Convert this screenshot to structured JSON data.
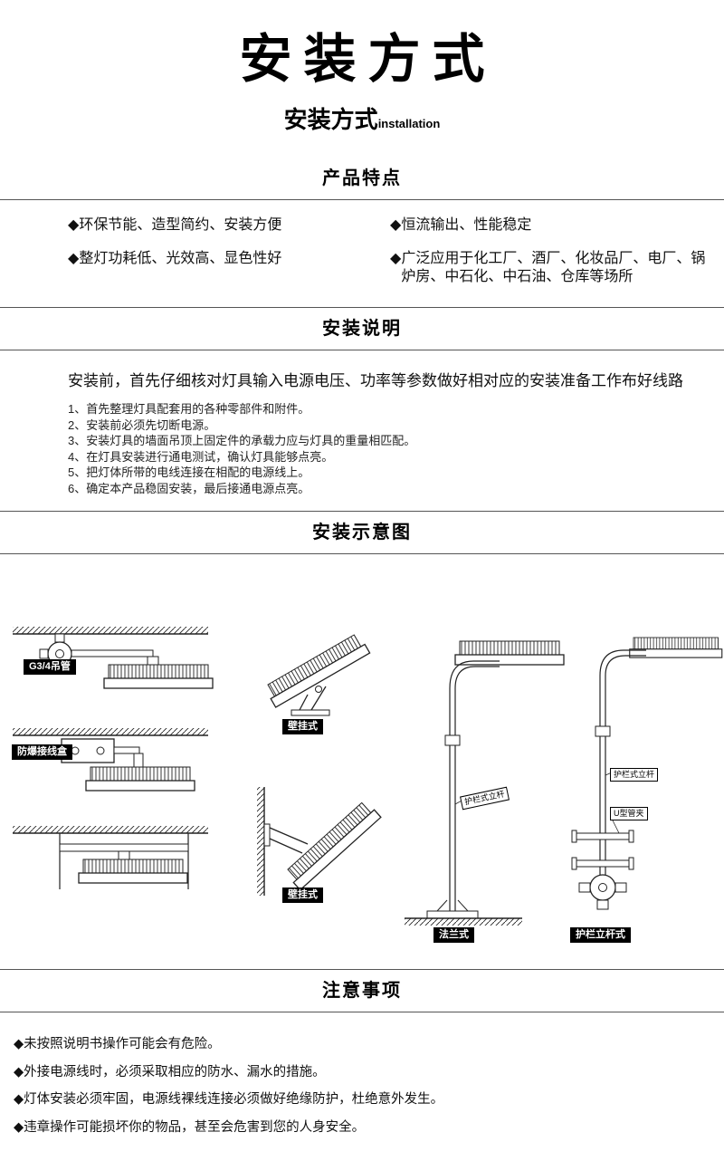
{
  "header": {
    "title": "安装方式",
    "subtitle": "安装方式",
    "subtitle_en": "installation"
  },
  "features": {
    "heading": "产品特点",
    "bullet": "◆",
    "left": [
      "环保节能、造型简约、安装方便",
      "整灯功耗低、光效高、显色性好"
    ],
    "right": [
      "恒流输出、性能稳定",
      "广泛应用于化工厂、酒厂、化妆品厂、电厂、锅炉房、中石化、中石油、仓库等场所"
    ]
  },
  "instructions": {
    "heading": "安装说明",
    "intro": "安装前，首先仔细核对灯具输入电源电压、功率等参数做好相对应的安装准备工作布好线路",
    "steps": [
      "1、首先整理灯具配套用的各种零部件和附件。",
      "2、安装前必须先切断电源。",
      "3、安装灯具的墙面吊顶上固定件的承载力应与灯具的重量相匹配。",
      "4、在灯具安装进行通电测试，确认灯具能够点亮。",
      "5、把灯体所带的电线连接在相配的电源线上。",
      "6、确定本产品稳固安装，最后接通电源点亮。"
    ]
  },
  "diagram": {
    "heading": "安装示意图",
    "labels": {
      "pipe": "G3/4吊管",
      "junction_box": "防爆接线盒",
      "wall_mount_a": "壁挂式",
      "wall_mount_b": "壁挂式",
      "flange": "法兰式",
      "guardrail": "护栏立杆式",
      "pole_tag_flange": "护栏式立杆",
      "pole_tag_guardrail": "护栏式立杆",
      "clamp_tag": "U型管夹"
    }
  },
  "notes": {
    "heading": "注意事项",
    "bullet": "◆",
    "items": [
      "未按照说明书操作可能会有危险。",
      "外接电源线时，必须采取相应的防水、漏水的措施。",
      "灯体安装必须牢固，电源线裸线连接必须做好绝缘防护，杜绝意外发生。",
      "违章操作可能损坏你的物品，甚至会危害到您的人身安全。"
    ]
  },
  "colors": {
    "text": "#111111",
    "divider": "#555555",
    "label_bg": "#000000",
    "label_fg": "#ffffff"
  }
}
